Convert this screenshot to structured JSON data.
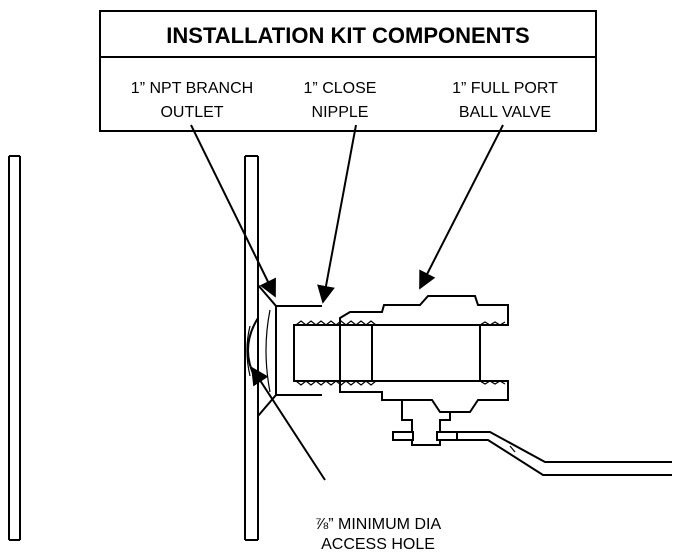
{
  "box": {
    "title": "INSTALLATION KIT COMPONENTS",
    "components": [
      {
        "line1": "1” NPT BRANCH",
        "line2": "OUTLET"
      },
      {
        "line1": "1” CLOSE",
        "line2": "NIPPLE"
      },
      {
        "line1": "1” FULL PORT",
        "line2": "BALL VALVE"
      }
    ]
  },
  "access_hole": {
    "line1": "⅞” MINIMUM DIA",
    "line2": "ACCESS HOLE"
  }
}
